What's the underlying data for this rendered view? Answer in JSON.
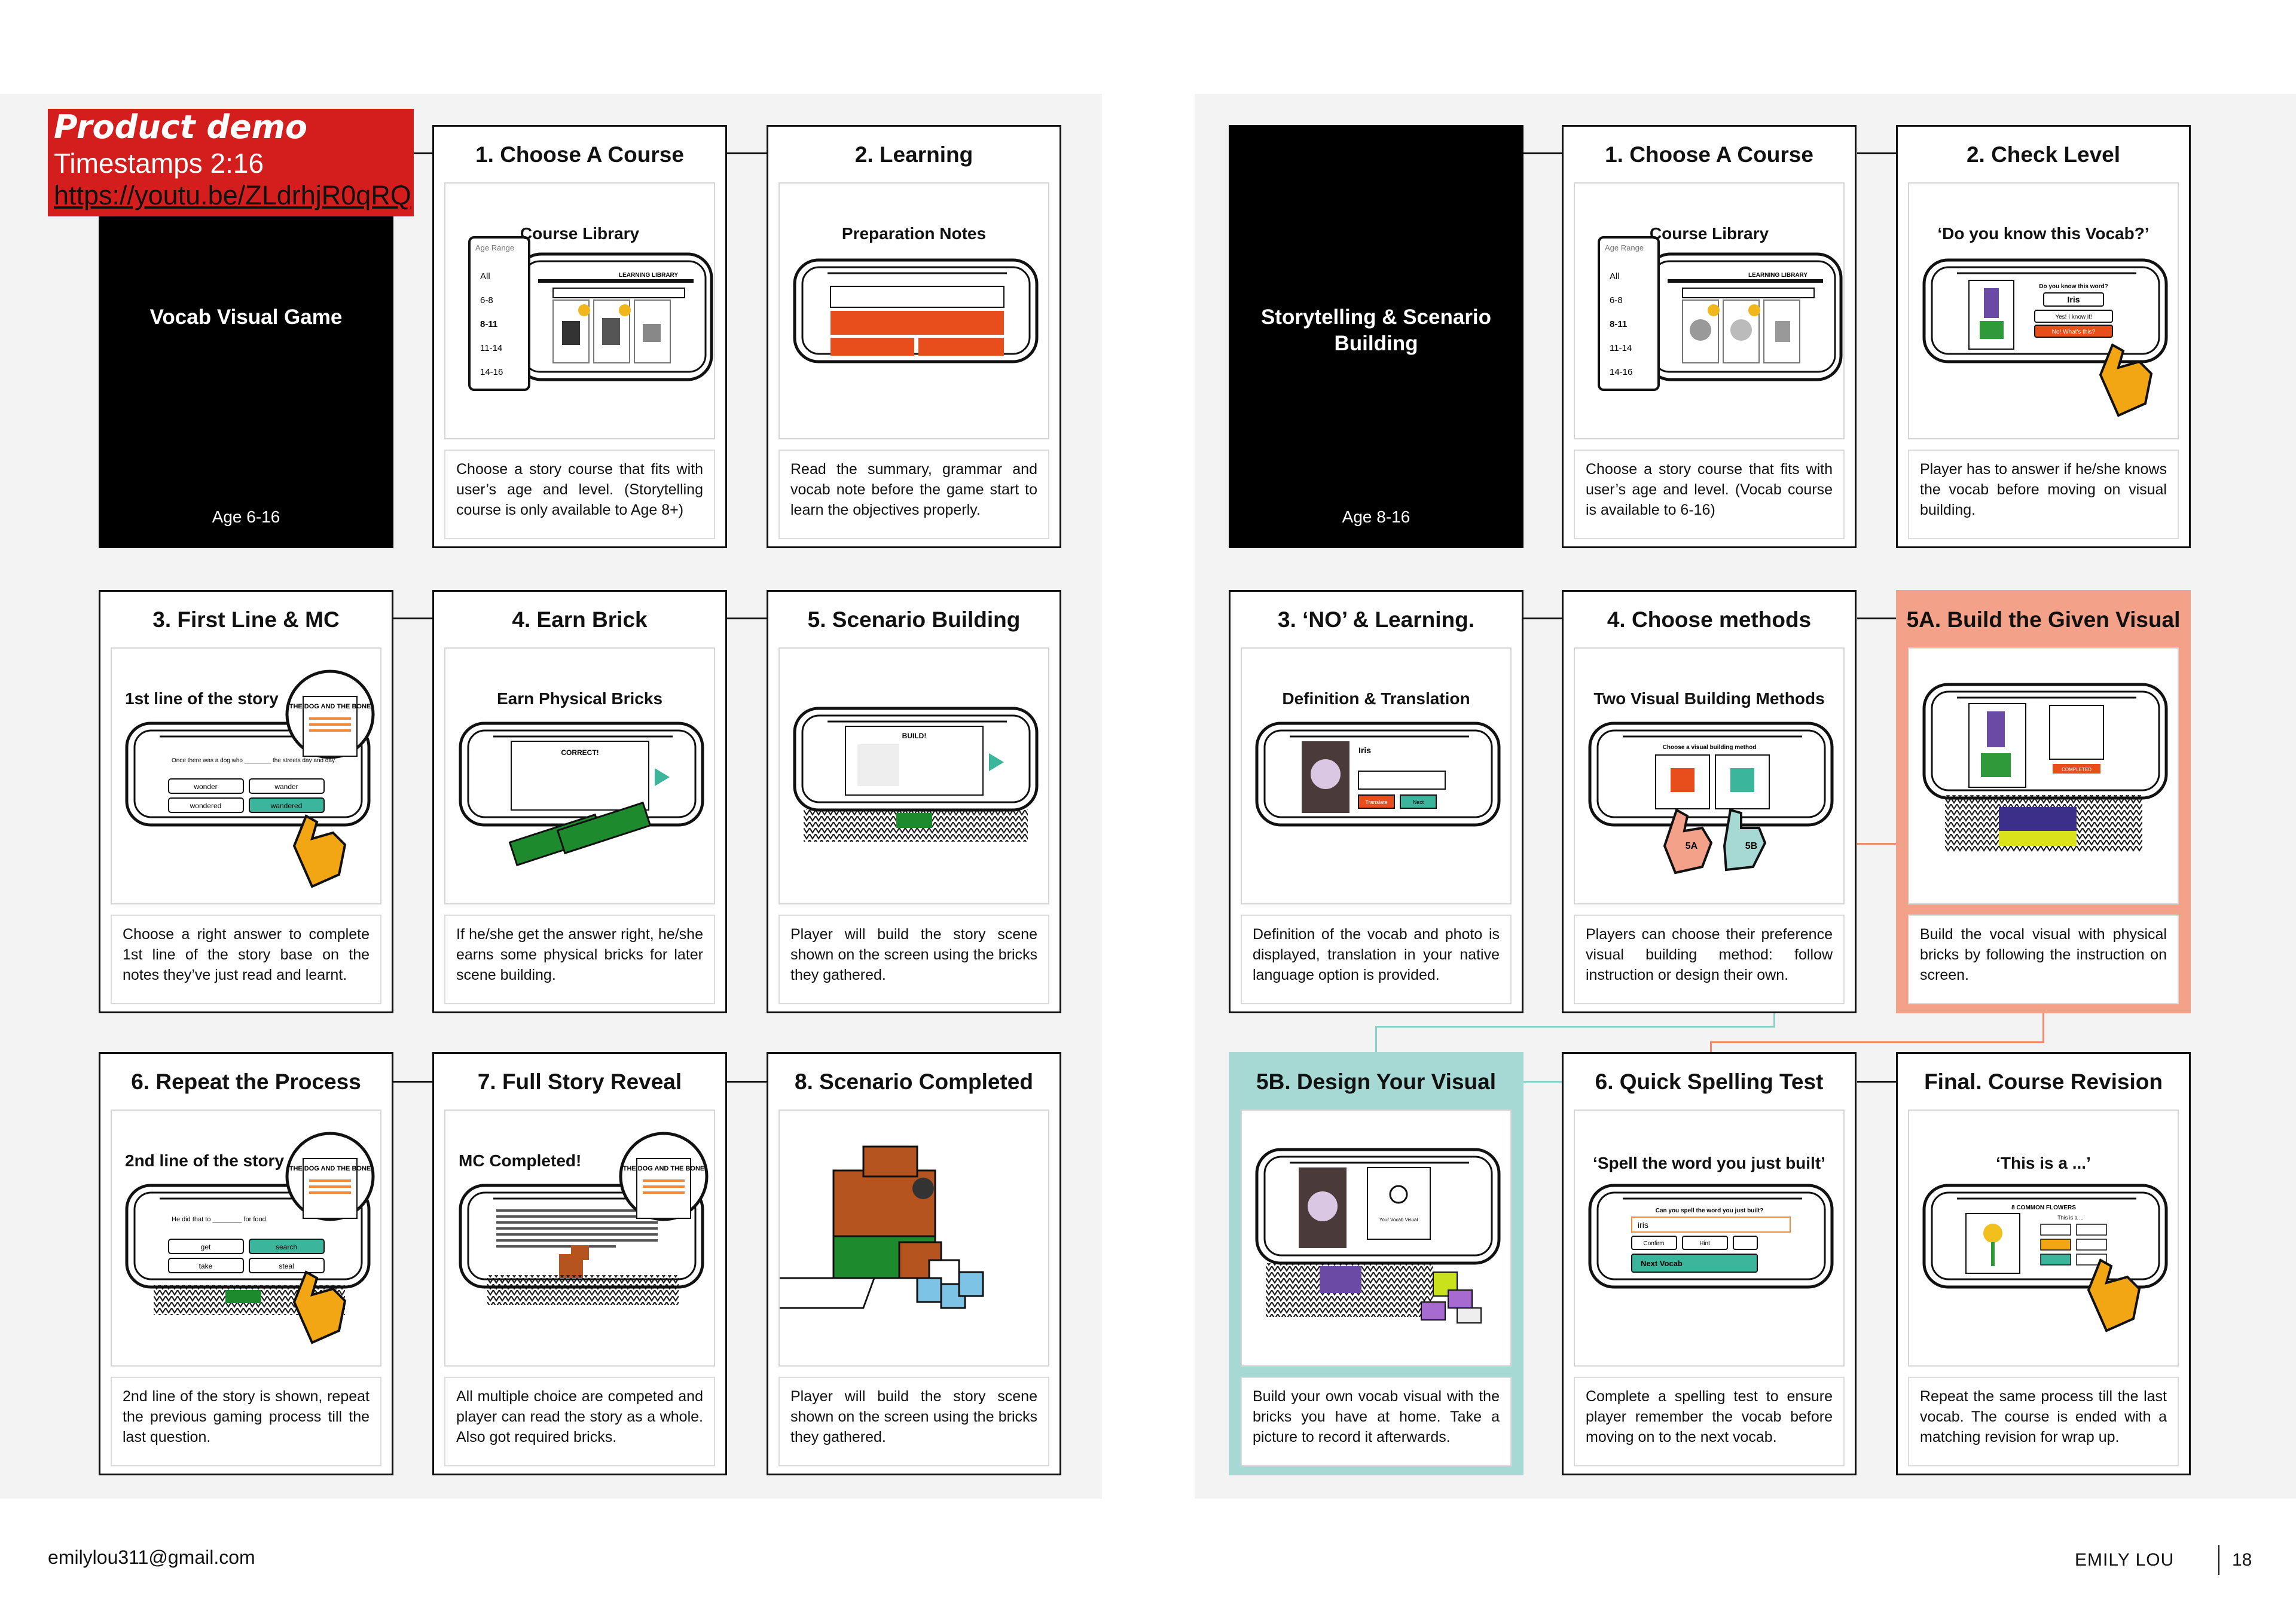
{
  "demo": {
    "title": "Product demo",
    "timestamps": "Timestamps 2:16",
    "link": "https://youtu.be/ZLdrhjR0qRQ"
  },
  "left": {
    "hero": {
      "title": "Vocab Visual Game",
      "age": "Age 6-16"
    },
    "cards": [
      {
        "title": "1. Choose A Course",
        "img_title": "Course Library",
        "desc": "Choose a story course that fits with user’s age and level. (Storytelling course is only available to Age 8+)"
      },
      {
        "title": "2. Learning",
        "img_title": "Preparation Notes",
        "desc": "Read the summary, grammar and vocab note before the game start to learn the objectives properly."
      },
      {
        "title": "3. First Line & MC",
        "img_title": "1st line of the story",
        "desc": "Choose a right answer to complete 1st line of the story base on the notes they’ve just read and learnt."
      },
      {
        "title": "4. Earn Brick",
        "img_title": "Earn Physical Bricks",
        "desc": "If he/she get the answer right, he/she earns some physical bricks for later scene building."
      },
      {
        "title": "5. Scenario Building",
        "img_title": "",
        "desc": "Player will build the story scene shown on the screen using the bricks they gathered."
      },
      {
        "title": "6. Repeat the Process",
        "img_title": "2nd line of the story",
        "desc": "2nd line of the story is shown, repeat the previous gaming process till the last question."
      },
      {
        "title": "7. Full Story Reveal",
        "img_title": "MC Completed!",
        "desc": "All multiple choice are competed and player can read the story as a whole. Also got required bricks."
      },
      {
        "title": "8. Scenario Completed",
        "img_title": "",
        "desc": "Player will build the story scene shown on the screen using the bricks they gathered."
      }
    ]
  },
  "right": {
    "hero": {
      "title": "Storytelling & Scenario Building",
      "age": "Age 8-16"
    },
    "cards": [
      {
        "title": "1. Choose A Course",
        "img_title": "Course Library",
        "desc": "Choose a story course that fits with user’s age and level. (Vocab course is available to 6-16)"
      },
      {
        "title": "2. Check Level",
        "img_title": "‘Do you know this Vocab?’",
        "desc": "Player has to answer if he/she knows the vocab before moving on visual building."
      },
      {
        "title": "3. ‘NO’ & Learning.",
        "img_title": "Definition & Translation",
        "desc": "Definition of the vocab and photo is displayed, translation in your native language option is provided."
      },
      {
        "title": "4. Choose methods",
        "img_title": "Two Visual Building Methods",
        "desc": "Players can choose their preference visual building method: follow instruction or design their own."
      },
      {
        "title": "5A. Build the Given Visual",
        "img_title": "",
        "desc": "Build the vocal visual with physical bricks by following the instruction on screen."
      },
      {
        "title": "5B. Design Your Visual",
        "img_title": "",
        "desc": "Build your own vocab visual with the bricks you have at home. Take a picture to record it afterwards."
      },
      {
        "title": "6. Quick Spelling Test",
        "img_title": "‘Spell the word you just built’",
        "desc": "Complete a spelling test to ensure player remember the vocab before moving on to the next vocab."
      },
      {
        "title": "Final. Course Revision",
        "img_title": "‘This is a ...’",
        "desc": "Repeat the same process till the last vocab. The course is ended with a matching revision for wrap up."
      }
    ]
  },
  "mock": {
    "age_range": "Age Range",
    "ages": [
      "All",
      "6-8",
      "8-11",
      "11-14",
      "14-16"
    ],
    "learning_library": "LEARNING LIBRARY",
    "story_title": "THE DOG AND THE BONE",
    "opt_wonder": "wonder",
    "opt_wander": "wander",
    "opt_wondered": "wondered",
    "opt_wandered": "wandered",
    "opt_get": "get",
    "opt_search": "search",
    "opt_take": "take",
    "opt_steal": "steal",
    "line1": "Once there was a dog who ________ the streets day and day.",
    "line2": "He did that to ________ for food.",
    "correct": "CORRECT!",
    "build": "BUILD!",
    "iris": "Iris",
    "yes_know": "Yes! I know it!",
    "no_what": "No! What's this?",
    "do_you_know": "Do you know this word?",
    "translate": "Translate",
    "next": "Next",
    "choose_method": "Choose a visual building method",
    "badge_5a": "5A",
    "badge_5b": "5B",
    "completed": "COMPLETED",
    "spell_q": "Can you spell the word you just built?",
    "spell_val": "iris",
    "confirm": "Confirm",
    "hint": "Hint",
    "next_vocab": "Next Vocab",
    "common_flowers": "8 COMMON FLOWERS",
    "this_is": "This is a ...",
    "your_visual": "Your Vocab Visual"
  },
  "footer": {
    "email": "emilylou311@gmail.com",
    "name": "EMILY LOU",
    "page": "18"
  }
}
